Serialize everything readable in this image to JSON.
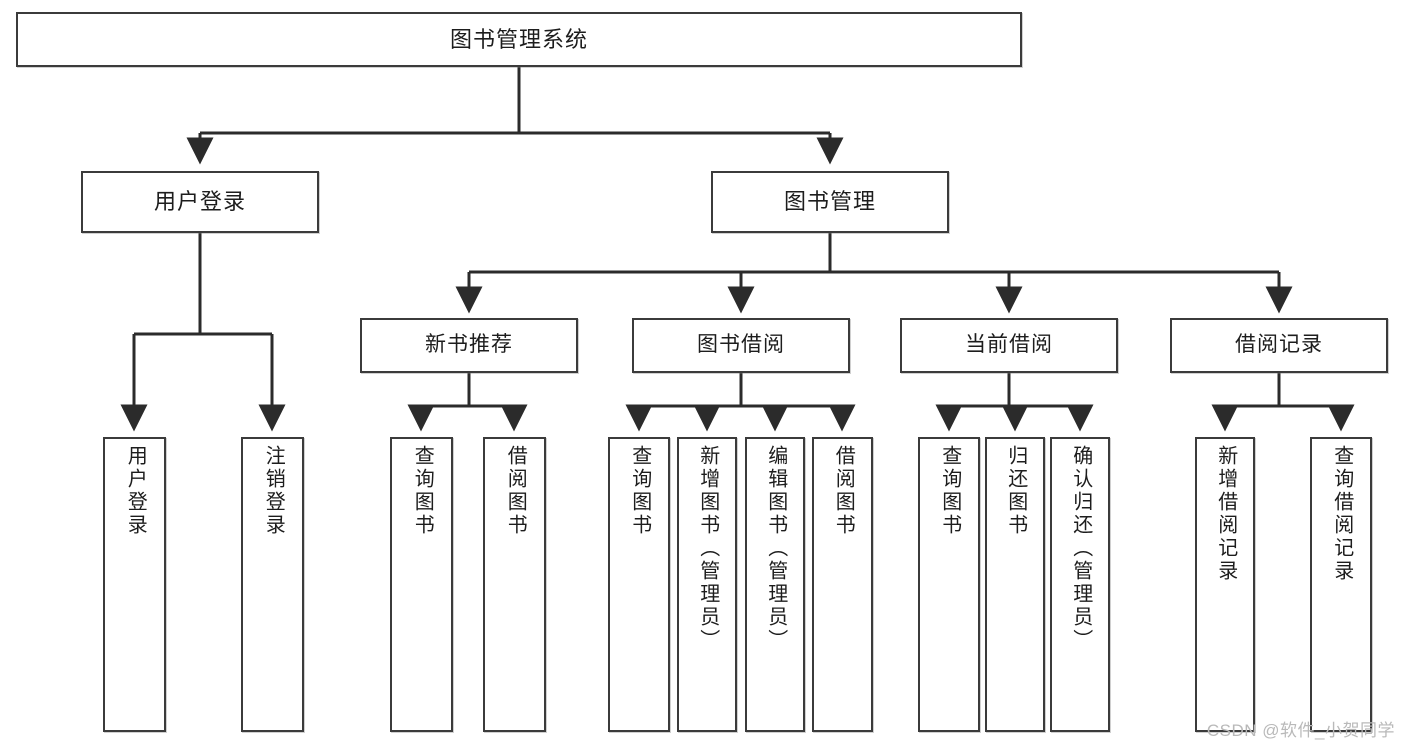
{
  "diagram": {
    "title": "图书管理系统",
    "type": "tree",
    "watermark": "CSDN @软件_小贺同学",
    "colors": {
      "box_border": "#3b3b3b",
      "box_fill": "#ffffff",
      "connector": "#2b2b2b",
      "watermark": "#b9b9b9",
      "text": "#1d1d1d"
    },
    "root": {
      "label": "图书管理系统"
    },
    "level1": [
      {
        "label": "用户登录"
      },
      {
        "label": "图书管理"
      }
    ],
    "level2": [
      {
        "label": "新书推荐"
      },
      {
        "label": "图书借阅"
      },
      {
        "label": "当前借阅"
      },
      {
        "label": "借阅记录"
      }
    ],
    "leaves": {
      "user_login": [
        {
          "label": "用户登录"
        },
        {
          "label": "注销登录"
        }
      ],
      "new_book_recommend": [
        {
          "label": "查询图书"
        },
        {
          "label": "借阅图书"
        }
      ],
      "book_borrow": [
        {
          "label": "查询图书"
        },
        {
          "label": "新增图书（管理员）"
        },
        {
          "label": "编辑图书（管理员）"
        },
        {
          "label": "借阅图书"
        }
      ],
      "current_borrow": [
        {
          "label": "查询图书"
        },
        {
          "label": "归还图书"
        },
        {
          "label": "确认归还（管理员）"
        }
      ],
      "borrow_record": [
        {
          "label": "新增借阅记录"
        },
        {
          "label": "查询借阅记录"
        }
      ]
    }
  }
}
